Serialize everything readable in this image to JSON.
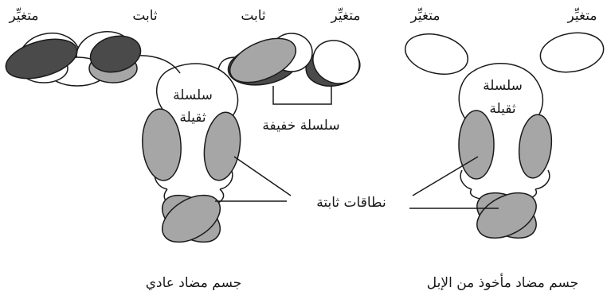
{
  "labels": {
    "variable": "متغيِّر",
    "constant": "ثابت",
    "heavy_chain_line1": "سلسلة",
    "heavy_chain_line2": "ثقيلة",
    "light_chain": "سلسلة خفيفة",
    "constant_domains": "نطاقات ثابتة",
    "normal_antibody": "جسم مضاد عادي",
    "camel_antibody": "جسم مضاد مأخوذ من الإبل"
  },
  "colors": {
    "dark_domain": "#4a4a4a",
    "light_domain": "#a6a6a6",
    "white_domain": "#ffffff",
    "stroke": "#1a1a1a"
  }
}
